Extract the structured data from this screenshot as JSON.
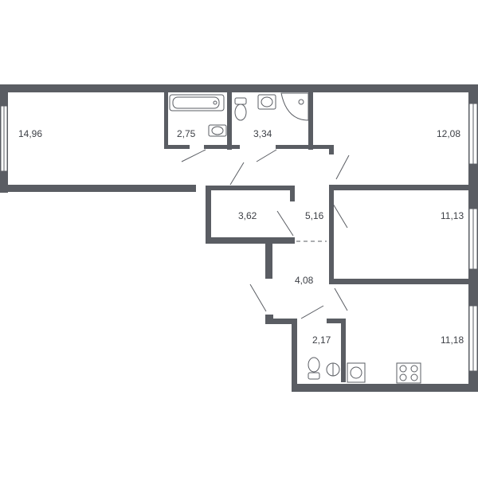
{
  "plan": {
    "colors": {
      "wall": "#5a5d63",
      "text": "#3c3f45",
      "background": "#ffffff"
    },
    "rooms": [
      {
        "id": "room-living-left",
        "area": "14,96"
      },
      {
        "id": "room-bath",
        "area": "2,75"
      },
      {
        "id": "room-bathroom-2",
        "area": "3,34"
      },
      {
        "id": "room-bedroom-top-right",
        "area": "12,08"
      },
      {
        "id": "room-storage",
        "area": "3,62"
      },
      {
        "id": "room-corridor",
        "area": "5,16"
      },
      {
        "id": "room-bedroom-middle-right",
        "area": "11,13"
      },
      {
        "id": "room-hallway",
        "area": "4,08"
      },
      {
        "id": "room-wc",
        "area": "2,17"
      },
      {
        "id": "room-kitchen",
        "area": "11,18"
      }
    ],
    "icons": [
      "bathtub-icon",
      "sink-icon",
      "shower-icon",
      "toilet-icon",
      "washing-machine-icon",
      "stove-icon"
    ]
  }
}
